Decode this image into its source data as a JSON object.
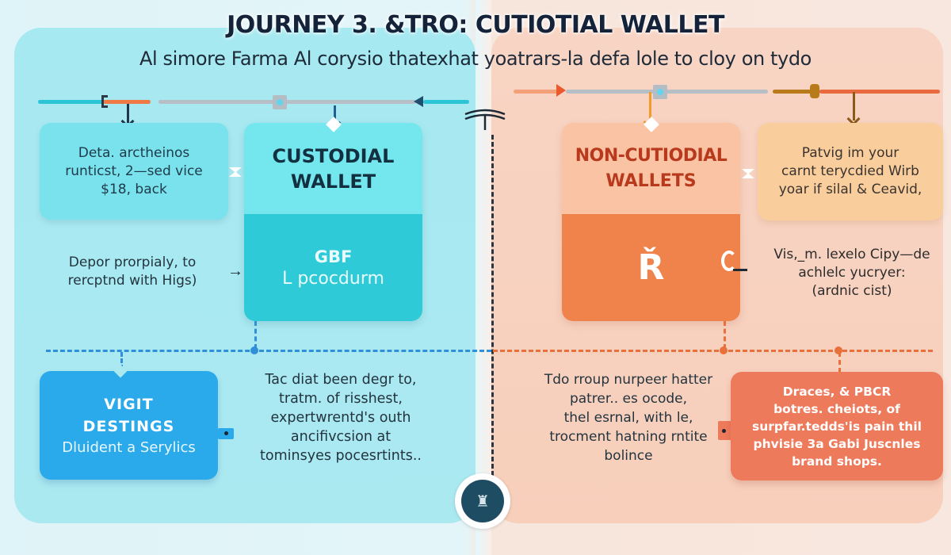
{
  "header": {
    "title": "JOURNEY 3. &TRO: CUTIOTIAL WALLET",
    "subtitle": "Al simore Farma Al corysio thatexhat yoatrars-la defa lole to cloy on tydo"
  },
  "colors": {
    "left_panel": "#abe9f1",
    "right_panel": "#f7d1bf",
    "custodial_top": "#6fe3ec",
    "custodial_bottom": "#2dc9d6",
    "noncustodial_top": "#f9c4a6",
    "noncustodial_bottom": "#f0834b",
    "visit_box": "#29aaea",
    "right_bottom_box": "#ee7a5c",
    "right_top_box": "#f9cc9a",
    "title_text": "#14233a",
    "noncustodial_text": "#b8391c",
    "blue_dash": "#2f8fd8",
    "orange_dash": "#e8703a"
  },
  "left": {
    "info_box": {
      "lines": [
        "Deta. arctheinos",
        "runticst, 2—sed vice",
        "$18, back"
      ]
    },
    "custodial_wallet": {
      "title_lines": [
        "CUSTODIAL",
        "WALLET"
      ],
      "sub_lines": [
        "GBF",
        "L pcocdurm"
      ]
    },
    "deposit_text": {
      "lines": [
        "Depor prorpialy, to",
        "rercptnd with Higs)"
      ]
    },
    "visit_box": {
      "title_lines": [
        "VIGIT",
        "DESTINGS"
      ],
      "sub_line": "Dluident a Serylics"
    },
    "description": {
      "lines": [
        "Tac diat been degr to,",
        "tratm. of risshest,",
        "expertwrentd's outh",
        "ancifivcsion at",
        "tominsyes pocesrtints.."
      ]
    }
  },
  "right": {
    "noncustodial_wallet": {
      "title_lines": [
        "NON-CUTIODIAL",
        "WALLETS"
      ],
      "icon": "glyph-icon"
    },
    "info_box": {
      "lines": [
        "Patvig im your",
        "carnt terycdied Wirb",
        "yoar if silal & Ceavid,"
      ]
    },
    "vis_text": {
      "lines": [
        "Vis,_m. lexelo Cipy—de",
        "achlelc yucryer:",
        "(ardnic cist)"
      ]
    },
    "description": {
      "lines": [
        "Tdo rroup nurpeer hatter",
        "patrer.. es ocode,",
        "thel esrnal, with le,",
        "trocment hatning rntite",
        "bolince"
      ]
    },
    "shops_box": {
      "lines": [
        "Draces, & PBCR",
        "botres. cheiots, of",
        "surpfar.tedds'is pain thil",
        "phvisie 3a Gabi Juscnles",
        "brand shops."
      ]
    }
  },
  "seal": {
    "icon": "emblem-seal-icon",
    "glyph": "♜"
  },
  "glyphs": {
    "noncustodial_icon": "Ř"
  }
}
